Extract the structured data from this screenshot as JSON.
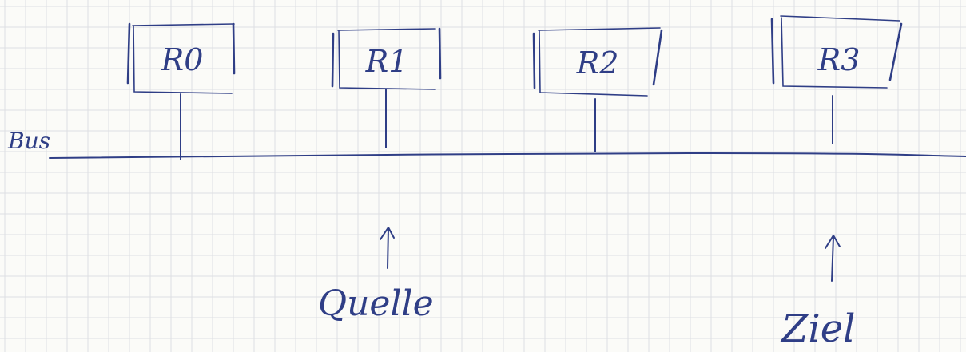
{
  "bus": {
    "label": "Bus"
  },
  "registers": [
    {
      "id": "r0",
      "label": "R0"
    },
    {
      "id": "r1",
      "label": "R1"
    },
    {
      "id": "r2",
      "label": "R2"
    },
    {
      "id": "r3",
      "label": "R3"
    }
  ],
  "markers": {
    "source": {
      "label": "Quelle",
      "target": "r1"
    },
    "destination": {
      "label": "Ziel",
      "target": "r3"
    }
  },
  "colors": {
    "ink": "#2f3e86",
    "grid": "#dedfe3",
    "paper": "#fbfbf8"
  }
}
